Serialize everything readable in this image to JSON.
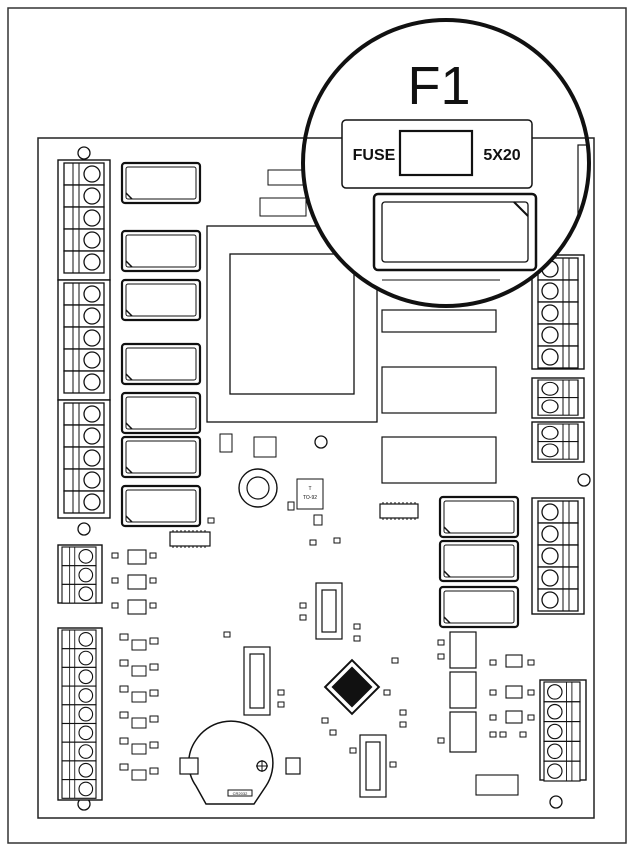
{
  "callout": {
    "title": "F1",
    "fuse_label": "FUSE",
    "size_label": "5X20"
  },
  "components": {
    "small_chip_1": "T",
    "small_chip_2": "TO-92",
    "battery_label": "CR2032"
  }
}
